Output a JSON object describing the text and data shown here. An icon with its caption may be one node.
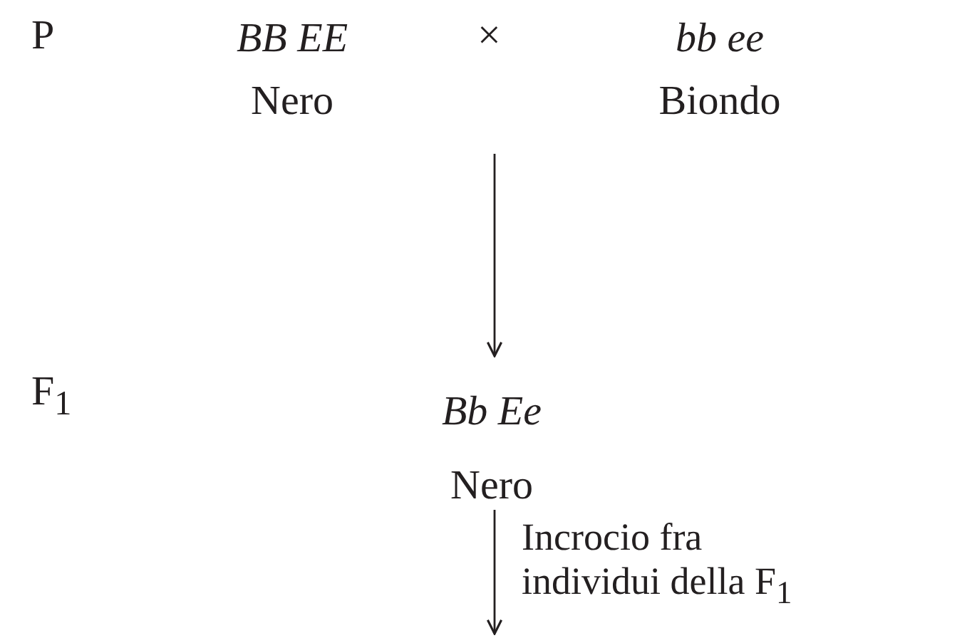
{
  "diagram": {
    "nodes": [
      {
        "text": [
          "BB EE",
          "Nero"
        ]
      },
      {
        "text": [
          "bb ee",
          "Biondo"
        ]
      },
      {
        "text": [
          "Bb Ee",
          "Nero"
        ]
      }
    ],
    "edges": [
      {
        "from": null,
        "to": 2,
        "arrow": "to"
      },
      {
        "from": 2,
        "to": null,
        "arrow": "to",
        "label": "Incrocio fra individui della F$_{1}$"
      }
    ],
    "labels": [
      "P",
      "×",
      "F$_{1}$"
    ]
  }
}
